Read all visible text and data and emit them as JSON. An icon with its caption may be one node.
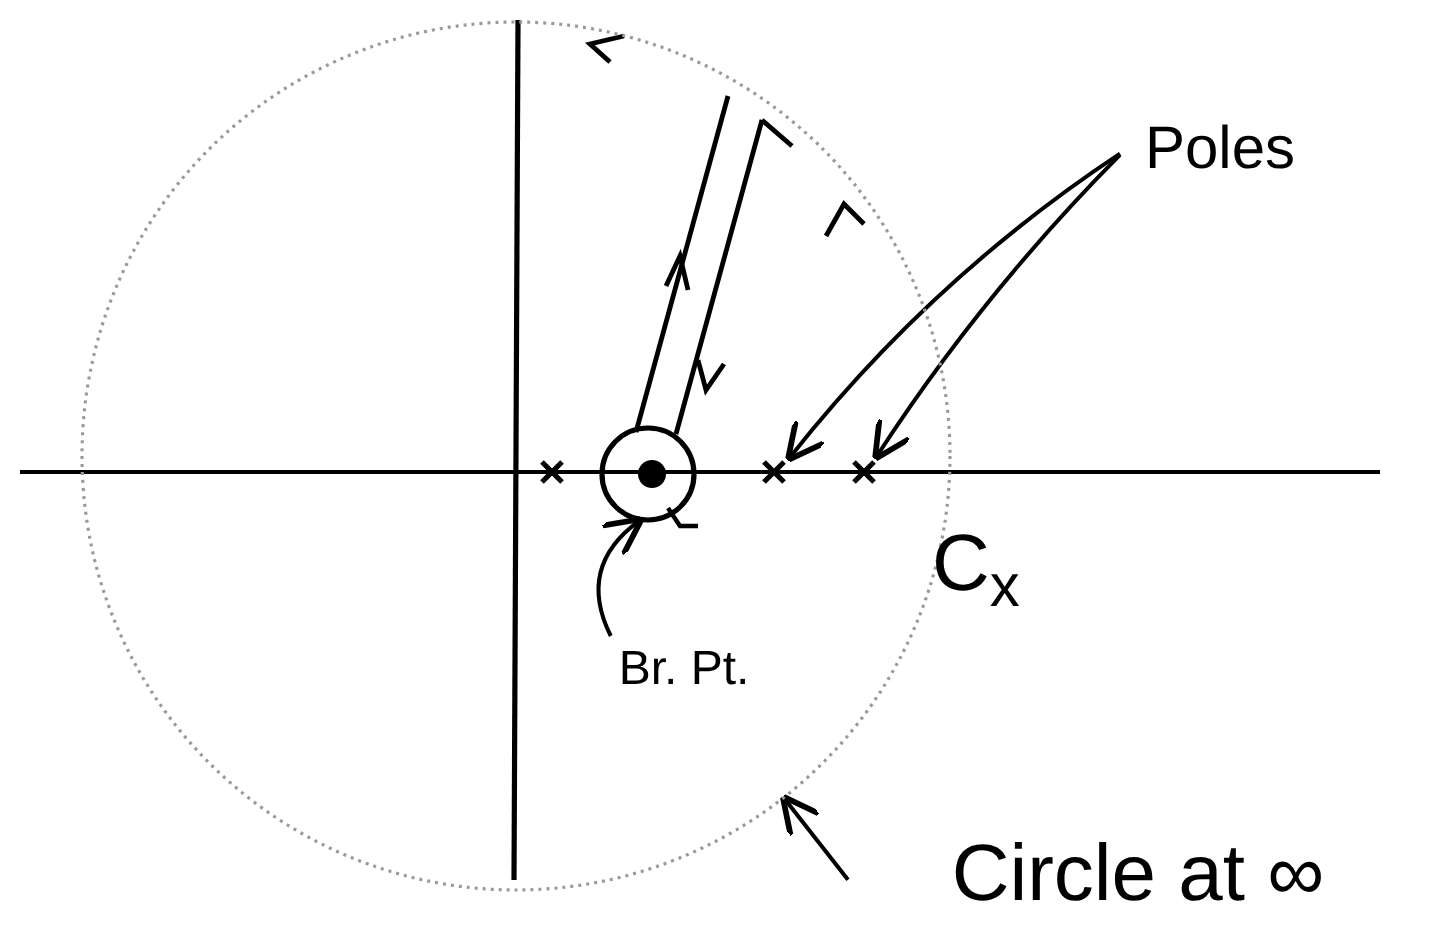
{
  "diagram": {
    "nodes": [
      {
        "text": [],
        "shape": "circle"
      },
      {
        "text": [],
        "shape": "cross",
        "in": 0
      },
      {
        "text": [],
        "shape": "cross",
        "in": 0
      },
      {
        "text": [],
        "shape": "cross",
        "in": 0
      },
      {
        "text": [],
        "shape": "circle",
        "in": 0
      },
      {
        "text": [
          "Poles"
        ]
      },
      {
        "text": [
          "Br. Pt."
        ],
        "in": 0
      },
      {
        "text": [
          "Circle at ∞"
        ]
      }
    ],
    "edges": [
      {
        "from": 5,
        "to": 2,
        "arrow": "to"
      },
      {
        "from": 5,
        "to": 3,
        "arrow": "to"
      },
      {
        "from": 6,
        "to": 4,
        "arrow": "to"
      },
      {
        "from": 7,
        "to": 0,
        "arrow": "to"
      }
    ],
    "labels": [
      "C$_{x}$"
    ]
  }
}
